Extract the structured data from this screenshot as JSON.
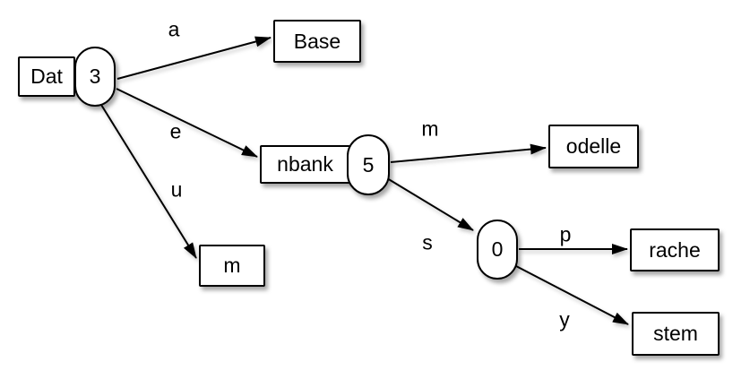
{
  "canvas": {
    "background": "#ffffff",
    "stroke_color": "#000000",
    "node_fill": "#ffffff",
    "text_color": "#000000"
  },
  "nodes": {
    "root": {
      "label": "Dat",
      "count": "3"
    },
    "base": {
      "label": "Base"
    },
    "nbank": {
      "label": "nbank",
      "count": "5"
    },
    "m_leaf": {
      "label": "m"
    },
    "odelle": {
      "label": "odelle"
    },
    "branch0": {
      "count": "0"
    },
    "rache": {
      "label": "rache"
    },
    "stem": {
      "label": "stem"
    }
  },
  "edges": [
    {
      "label": "a",
      "from": "root",
      "to": "base"
    },
    {
      "label": "e",
      "from": "root",
      "to": "nbank"
    },
    {
      "label": "u",
      "from": "root",
      "to": "m_leaf"
    },
    {
      "label": "m",
      "from": "nbank",
      "to": "odelle"
    },
    {
      "label": "s",
      "from": "nbank",
      "to": "branch0"
    },
    {
      "label": "p",
      "from": "branch0",
      "to": "rache"
    },
    {
      "label": "y",
      "from": "branch0",
      "to": "stem"
    }
  ]
}
